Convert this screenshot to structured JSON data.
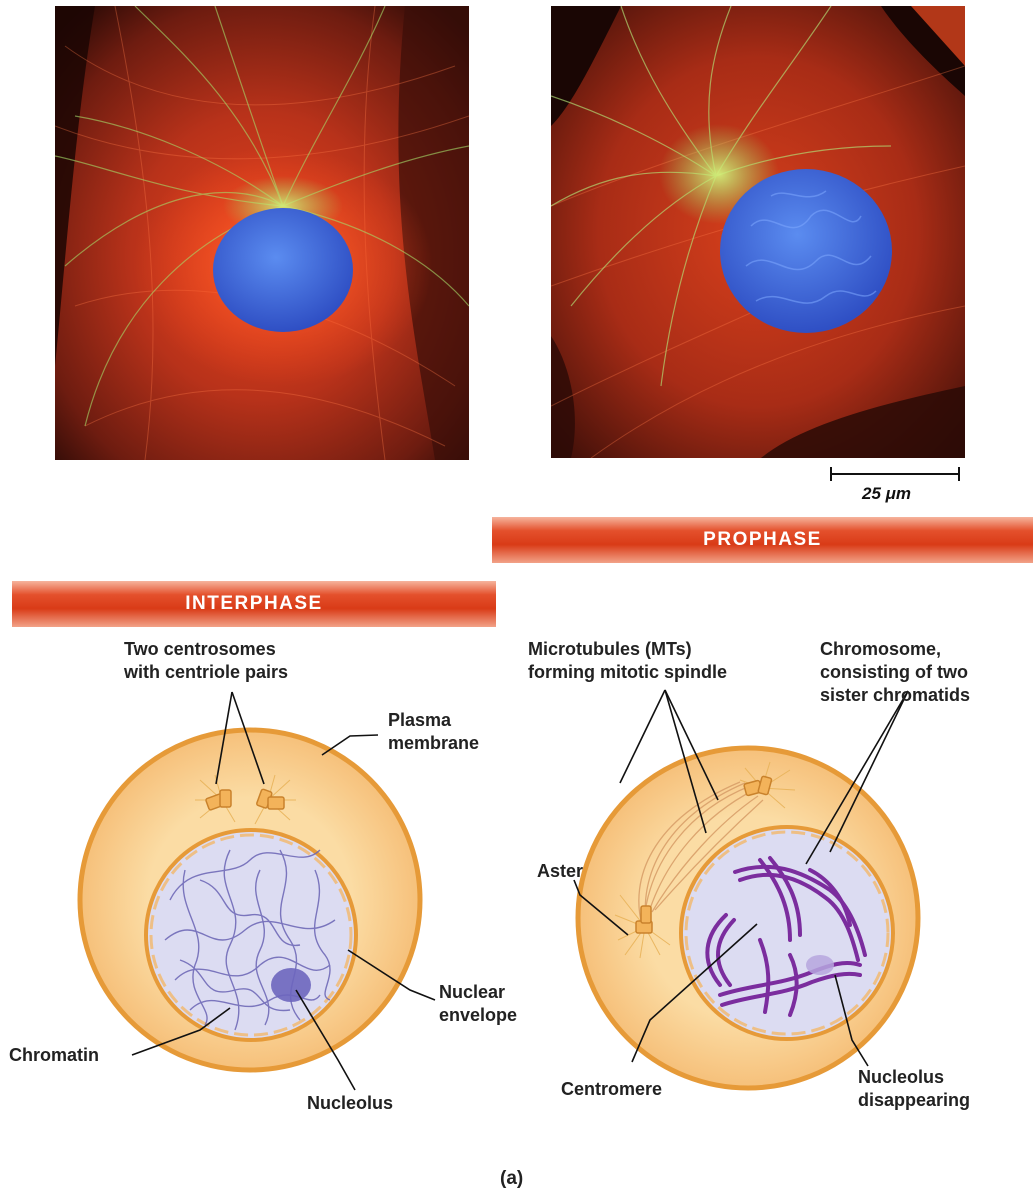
{
  "scale_bar": {
    "value_label": "25 μm"
  },
  "banners": {
    "interphase": "INTERPHASE",
    "prophase": "PROPHASE"
  },
  "labels": {
    "centrosomes_line1": "Two centrosomes",
    "centrosomes_line2": "with centriole pairs",
    "plasma_line1": "Plasma",
    "plasma_line2": "membrane",
    "nuclear_env_line1": "Nuclear",
    "nuclear_env_line2": "envelope",
    "chromatin": "Chromatin",
    "nucleolus": "Nucleolus",
    "mts_line1": "Microtubules (MTs)",
    "mts_line2": "forming mitotic spindle",
    "chromosome_line1": "Chromosome,",
    "chromosome_line2": "consisting of two",
    "chromosome_line3": "sister chromatids",
    "aster": "Aster",
    "centromere": "Centromere",
    "nucleolus_dis_line1": "Nucleolus",
    "nucleolus_dis_line2": "disappearing"
  },
  "panel_label": "(a)",
  "colors": {
    "cytoplasm": "#f9cf91",
    "membrane": "#e69a38",
    "nucleus": "#dcdcf2",
    "chromatin": "#6a64b4",
    "chromosome": "#7b2d9e",
    "banner": "#e0441f",
    "micro_red": "#c8381c",
    "micro_green": "#9ad05a",
    "micro_blue": "#3f63d8"
  }
}
